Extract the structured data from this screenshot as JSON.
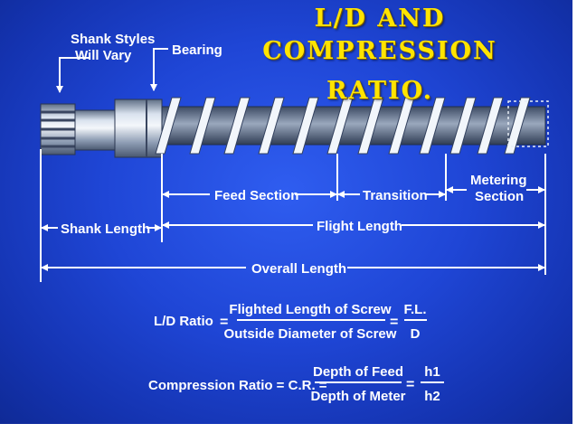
{
  "title": {
    "line1": "L/D AND",
    "line2": "COMPRESSION",
    "line3": "RATIO."
  },
  "labels": {
    "shank_styles_1": "Shank Styles",
    "shank_styles_2": "Will Vary",
    "bearing": "Bearing",
    "feed_section": "Feed Section",
    "transition": "Transition",
    "metering_1": "Metering",
    "metering_2": "Section",
    "shank_length": "Shank Length",
    "flight_length": "Flight Length",
    "overall_length": "Overall Length"
  },
  "formula_ld": {
    "name": "L/D Ratio",
    "eq": "=",
    "numerator": "Flighted Length of Screw",
    "denominator": "Outside Diameter of Screw",
    "eq2": "=",
    "abbr_num": "F.L.",
    "abbr_den": "D"
  },
  "formula_cr": {
    "name": "Compression Ratio = C.R. =",
    "numerator": "Depth of Feed",
    "denominator": "Depth of Meter",
    "eq2": "=",
    "abbr_num": "h1",
    "abbr_den": "h2"
  },
  "colors": {
    "background": "#1f46d6",
    "title": "#ffe400",
    "text": "#ffffff"
  }
}
